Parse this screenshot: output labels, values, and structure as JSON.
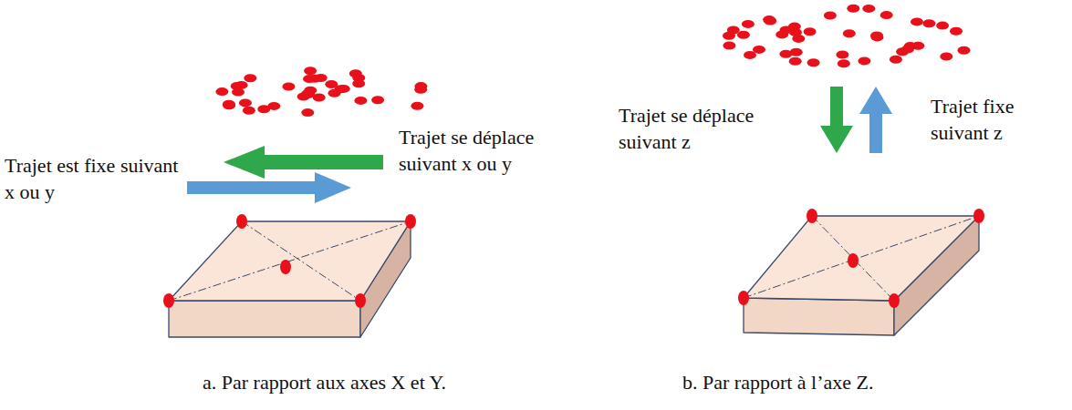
{
  "diagram": {
    "labels": [
      "Trajet est fixe suivant x ou y",
      "Trajet se déplace suivant x ou y",
      "Trajet se déplace suivant z",
      "Trajet fixe suivant z",
      "a. Par rapport aux axes X et Y.",
      "b. Par rapport à l’axe Z."
    ]
  }
}
